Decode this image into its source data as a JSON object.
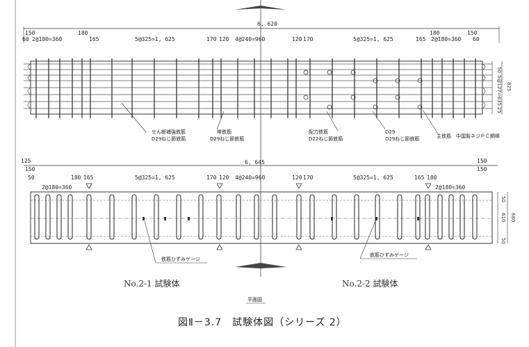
{
  "drawing": {
    "caption": "図Ⅱ－3.7　試験体図（シリーズ 2）",
    "plan_label": "平面図",
    "specimens": [
      "No.2-1 試験体",
      "No.2-2 試験体"
    ],
    "top": {
      "total_length": "6, 620",
      "dims": [
        "150",
        "180",
        "60",
        "2@180=360",
        "165",
        "5@325=1, 625",
        "170",
        "120",
        "4@240=960",
        "120",
        "170",
        "5@325=1, 625",
        "165",
        "180",
        "150",
        "2@180=360",
        "60"
      ],
      "side_dims": [
        "50",
        "5@127=635",
        "825",
        "25"
      ]
    },
    "bottom": {
      "total_length": "6, 645",
      "dims": [
        "125",
        "150",
        "50",
        "2@180=360",
        "180",
        "165",
        "5@325=1, 625",
        "170",
        "120",
        "4@240=960",
        "120",
        "170",
        "5@325=1, 625",
        "165",
        "180",
        "150",
        "2@180=360",
        "150"
      ],
      "side_dims": [
        "50",
        "610",
        "680",
        "50"
      ]
    },
    "callouts": {
      "shear": [
        "せん断補強鉄筋",
        "D29ねじ節鉄筋"
      ],
      "stirrup": [
        "帯鉄筋",
        "D29ねじ節鉄筋"
      ],
      "main": [
        "配力鉄筋",
        "D22ねじ節鉄筋"
      ],
      "d29": [
        "D29",
        "D29ねじ節鉄筋"
      ],
      "pc": [
        "主鉄筋　中国製ネジＰＣ鋼棒"
      ],
      "gauge1": "鉄筋ひずみゲージ",
      "gauge2": "鉄筋ひずみゲージ"
    }
  }
}
